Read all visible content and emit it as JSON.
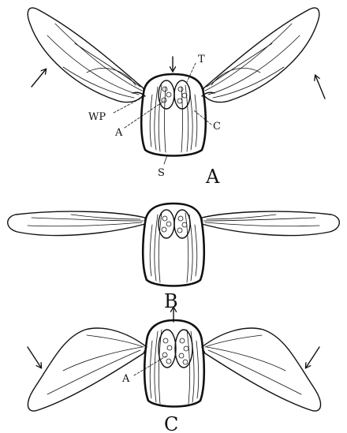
{
  "figure": {
    "panel_a": {
      "panel_label": "A",
      "labels": {
        "tergum": "T",
        "wing_process": "WP",
        "muscle_a": "A",
        "muscle_c": "C",
        "sternum": "S"
      }
    },
    "panel_b": {
      "panel_label": "B"
    },
    "panel_c": {
      "panel_label": "C",
      "labels": {
        "muscle_a": "A"
      }
    }
  }
}
